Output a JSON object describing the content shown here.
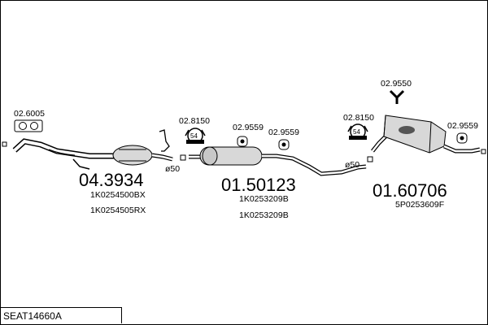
{
  "diagram": {
    "title": "SEAT14660A",
    "labels": {
      "gasket1": "02.6005",
      "cat_number": "04.3934",
      "cat_oem1": "1K0254500BX",
      "cat_oem2": "1K0254505RX",
      "clamp1": "02.8150",
      "dia1": "ø50",
      "rubber1": "02.9559",
      "rubber2": "02.9559",
      "middle_number": "01.50123",
      "middle_oem1": "1K0253209B",
      "middle_oem2": "1K0253209B",
      "clamp2": "02.8150",
      "dia2": "ø50",
      "hanger_top": "02.9550",
      "rubber3": "02.9559",
      "rear_number": "01.60706",
      "rear_oem": "5P0253609F",
      "clamp_size1": "54",
      "clamp_size2": "54"
    },
    "colors": {
      "line": "#000000",
      "fill": "#d8d8d8",
      "dark": "#555555"
    }
  }
}
